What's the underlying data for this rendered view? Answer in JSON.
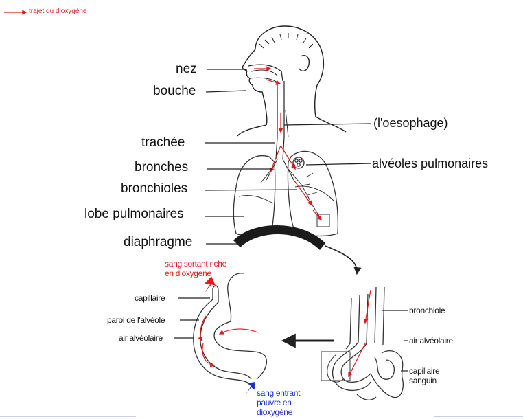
{
  "legend": {
    "text": "trajet du dioxygène"
  },
  "labels": {
    "nez": "nez",
    "bouche": "bouche",
    "oesophage": "(l'oesophage)",
    "trachee": "trachée",
    "bronches": "bronches",
    "alveoles": "alvéoles pulmonaires",
    "bronchioles": "bronchioles",
    "lobe": "lobe pulmonaires",
    "diaphragme": "diaphragme"
  },
  "detail_left": {
    "sang_sortant": [
      "sang sortant riche",
      "en dioxygène"
    ],
    "capillaire": "capillaire",
    "paroi": "paroi de l'alvéole",
    "air": "air alvéolaire",
    "sang_entrant": [
      "sang entrant",
      "pauvre en",
      "dioxygène"
    ]
  },
  "detail_right": {
    "bronchiole": "bronchiole",
    "air": "air alvéolaire",
    "capillaire": [
      "capillaire",
      "sanguin"
    ]
  },
  "colors": {
    "oxygen_path": "#e3191b",
    "blood_in": "#1a2fd0",
    "line": "#222222",
    "divider": "#8f9de3"
  }
}
